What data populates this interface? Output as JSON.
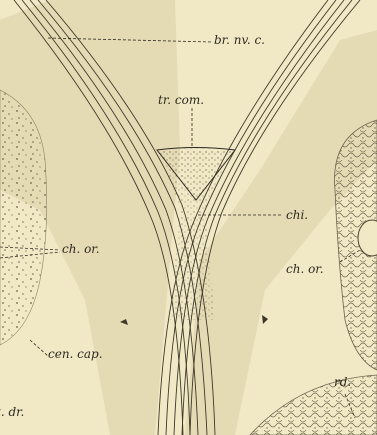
{
  "figure": {
    "labels": {
      "br_nv_c": "br. nv. c.",
      "tr_com": "tr. com.",
      "chi": "chi.",
      "ch_or_left": "ch. or.",
      "ch_or_right": "ch. or.",
      "cen_cap": "cen. cap.",
      "rd": "rd.",
      "t_dr": "t. dr."
    }
  }
}
